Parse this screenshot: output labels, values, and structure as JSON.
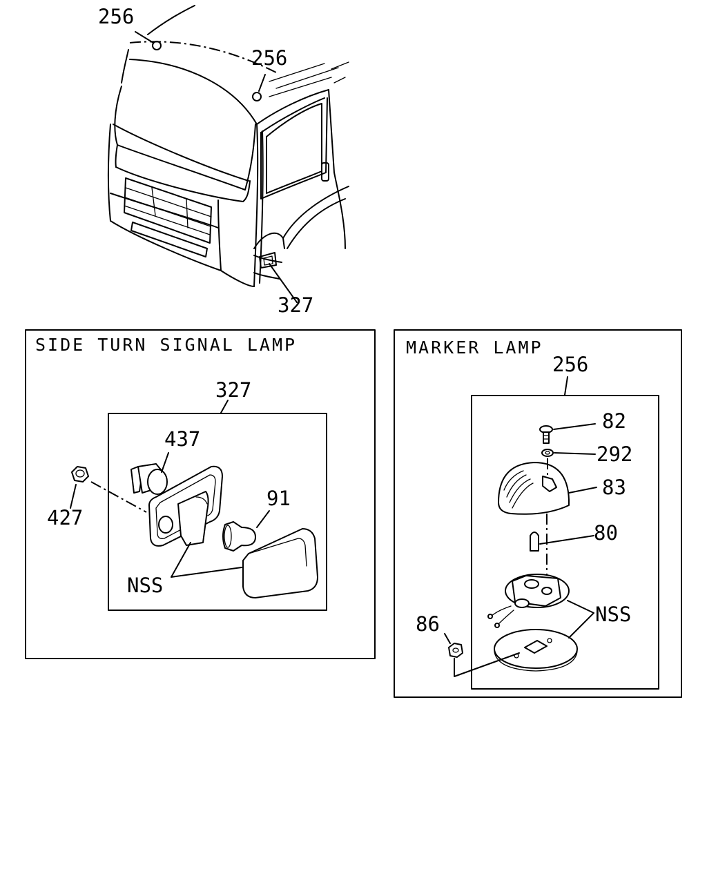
{
  "overview": {
    "callouts": {
      "marker_top": "256",
      "marker_side": "256",
      "side_lamp": "327"
    }
  },
  "side_turn_signal": {
    "title": "SIDE TURN SIGNAL LAMP",
    "assembly": "327",
    "parts": {
      "socket": "437",
      "nut": "427",
      "bulb": "91",
      "nss": "NSS"
    }
  },
  "marker_lamp": {
    "title": "MARKER LAMP",
    "assembly": "256",
    "parts": {
      "screw": "82",
      "washer": "292",
      "lens": "83",
      "bulb": "80",
      "nut": "86",
      "nss": "NSS"
    }
  }
}
